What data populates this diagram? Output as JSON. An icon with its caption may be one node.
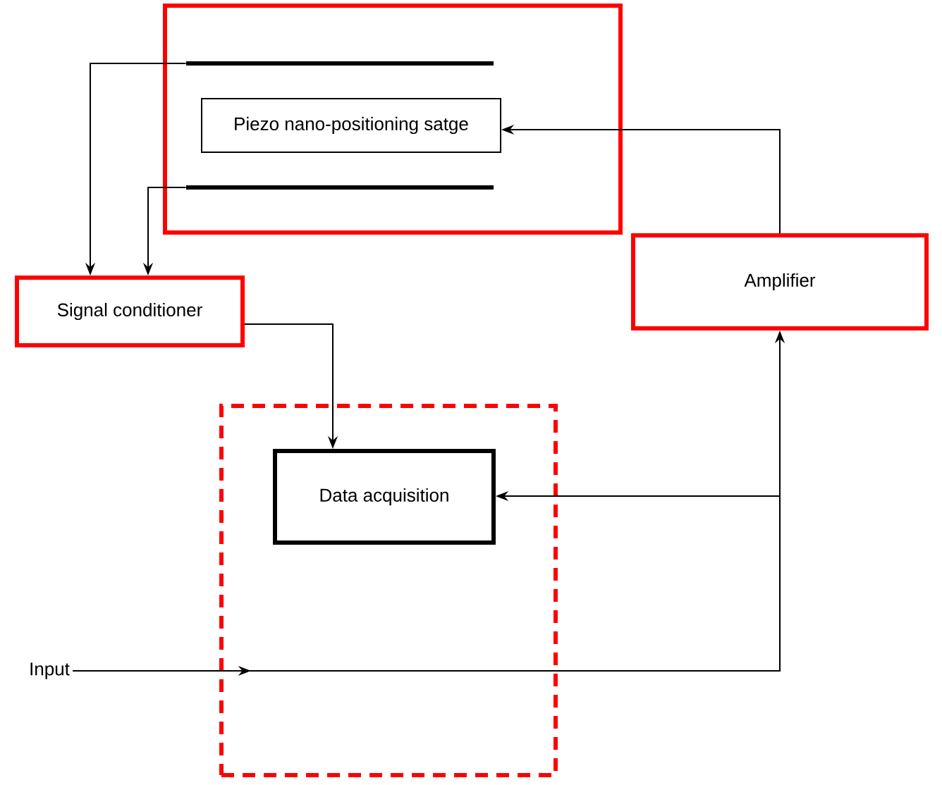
{
  "diagram": {
    "nodes": [
      {
        "text": [],
        "shape": "box"
      },
      {
        "text": [
          "Piezo nano-positioning satge"
        ],
        "in": 0
      },
      {
        "text": [],
        "shape": "bar",
        "in": 0
      },
      {
        "text": [],
        "shape": "bar",
        "in": 0
      },
      {
        "text": [
          "Signal conditioner"
        ]
      },
      {
        "text": [
          "Amplifier"
        ]
      },
      {
        "text": [],
        "shape": "box"
      },
      {
        "text": [
          "Data acquisition"
        ],
        "in": 6
      },
      {
        "text": [
          "Input"
        ]
      }
    ],
    "edges": [
      {
        "from": 2,
        "to": 4,
        "arrow": "to"
      },
      {
        "from": 3,
        "to": 4,
        "arrow": "to"
      },
      {
        "from": 5,
        "to": 1,
        "arrow": "to"
      },
      {
        "from": 4,
        "to": 7,
        "arrow": "to"
      },
      {
        "from": 8,
        "to": 5,
        "arrow": "to"
      },
      {
        "from": 8,
        "to": 7,
        "arrow": "to"
      }
    ]
  }
}
